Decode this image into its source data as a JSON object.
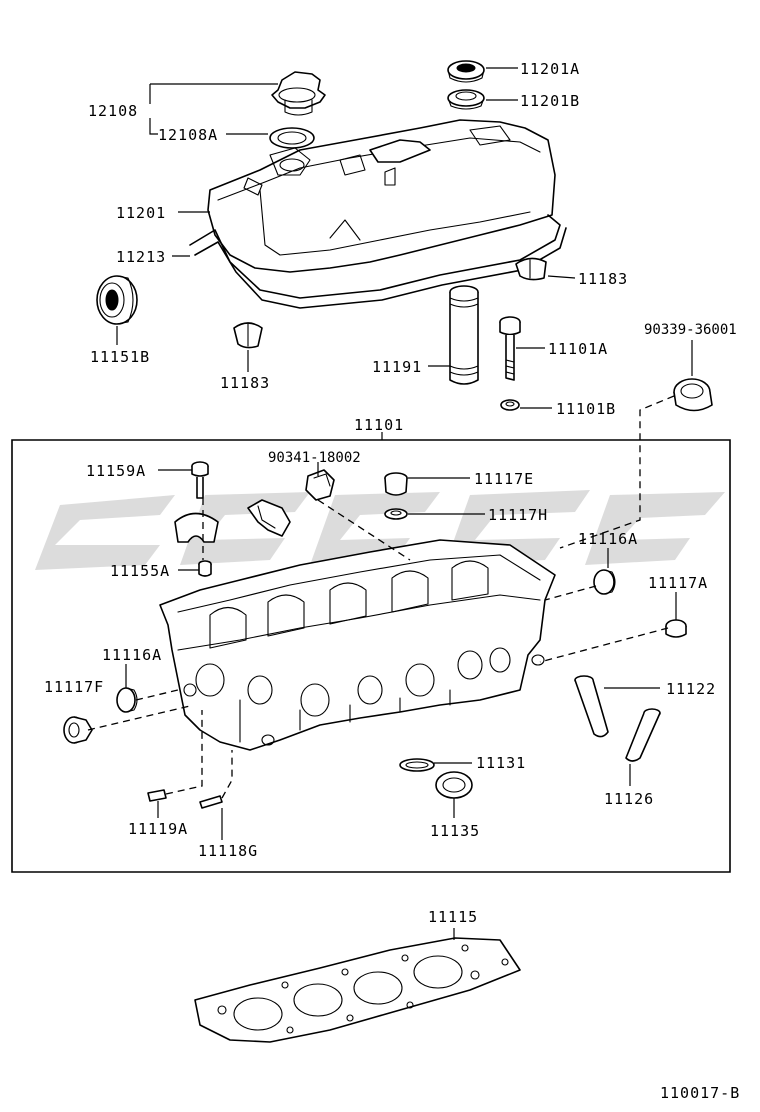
{
  "diagram_code": "110017-B",
  "labels": {
    "l_12108": "12108",
    "l_12108A": "12108A",
    "l_11201A": "11201A",
    "l_11201B": "11201B",
    "l_11201": "11201",
    "l_11213": "11213",
    "l_11183_right": "11183",
    "l_11183_left": "11183",
    "l_11151B": "11151B",
    "l_11191": "11191",
    "l_11101A": "11101A",
    "l_11101B": "11101B",
    "l_90339": "90339-36001",
    "l_11101": "11101",
    "l_11159A": "11159A",
    "l_90341": "90341-18002",
    "l_11117E": "11117E",
    "l_11117H": "11117H",
    "l_11155A": "11155A",
    "l_11116A_right": "11116A",
    "l_11117A": "11117A",
    "l_11116A_left": "11116A",
    "l_11117F": "11117F",
    "l_11122": "11122",
    "l_11131": "11131",
    "l_11126": "11126",
    "l_11135": "11135",
    "l_11119A": "11119A",
    "l_11118G": "11118G",
    "l_11115": "11115"
  }
}
